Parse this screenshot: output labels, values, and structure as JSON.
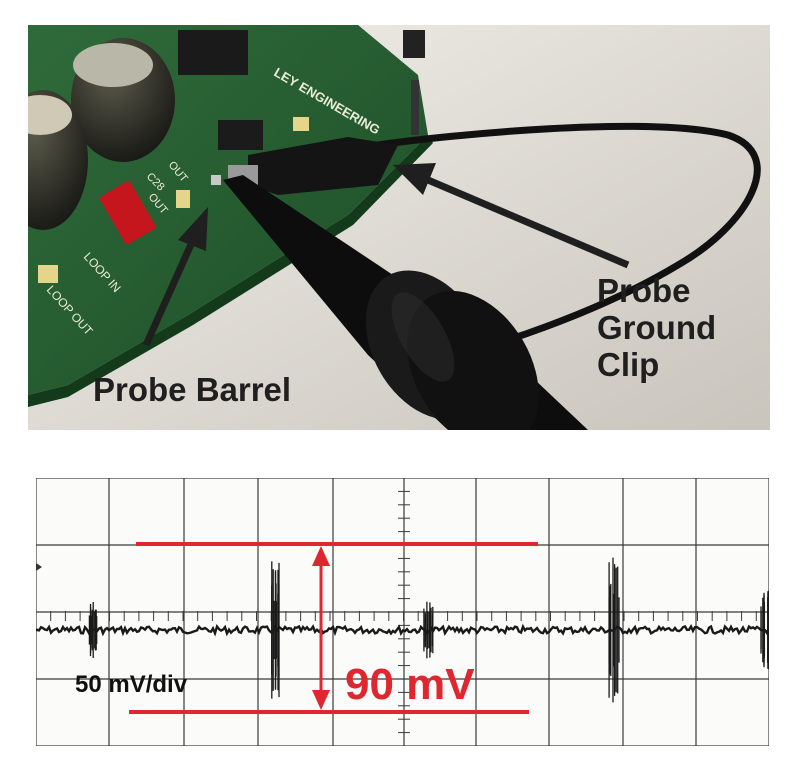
{
  "photo": {
    "board_text": "LEY ENGINEERING",
    "silkscreen": [
      "C28",
      "OUT",
      "OUT",
      "LOOP IN",
      "LOOP OUT"
    ],
    "annotations": {
      "barrel_label": "Probe Barrel",
      "ground_label_lines": [
        "Probe",
        "Ground",
        "Clip"
      ]
    }
  },
  "scope": {
    "scale_label": "50 mV/div",
    "measurement_label": "90 mV",
    "accent_color": "#e0262e"
  }
}
